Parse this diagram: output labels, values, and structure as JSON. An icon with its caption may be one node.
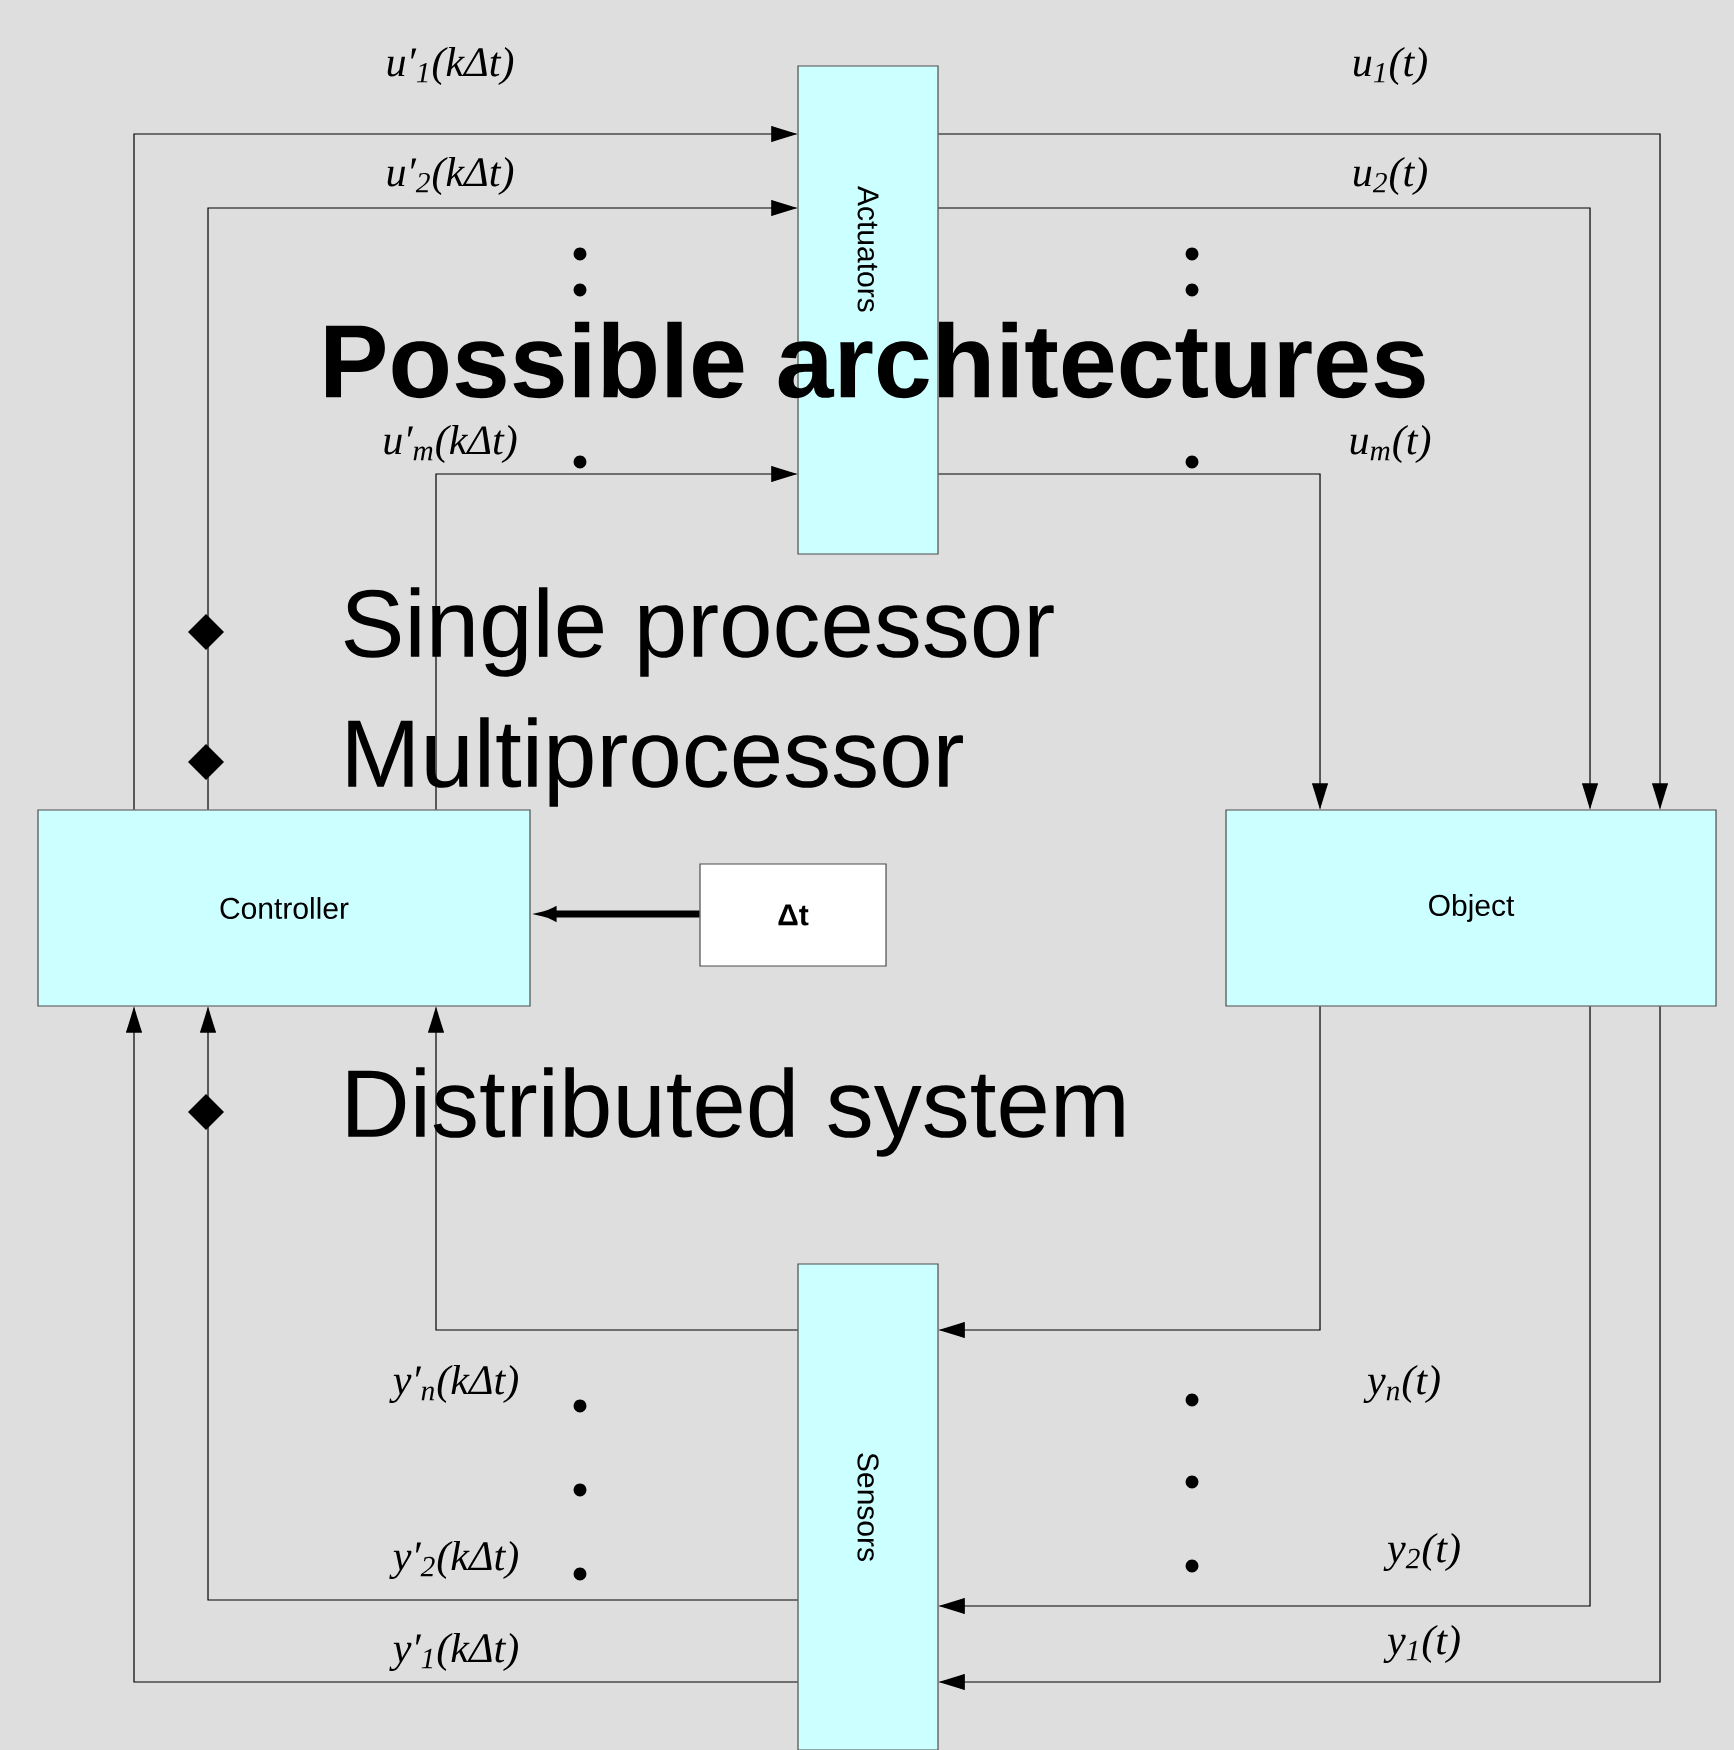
{
  "diagram": {
    "title": "Possible architectures",
    "nodes": [
      {
        "text": [
          "Actuators"
        ]
      },
      {
        "text": [
          "Controller"
        ]
      },
      {
        "text": [
          "Δt"
        ]
      },
      {
        "text": [
          "Object"
        ]
      },
      {
        "text": [
          "Sensors"
        ]
      }
    ],
    "edges": [
      {
        "from": 1,
        "to": 0,
        "arrow": "to",
        "label": "u′$_{1}$(kΔt)"
      },
      {
        "from": 1,
        "to": 0,
        "arrow": "to",
        "label": "u′$_{2}$(kΔt)"
      },
      {
        "from": 1,
        "to": 0,
        "arrow": "to",
        "label": "u′$_{m}$(kΔt)"
      },
      {
        "from": 0,
        "to": 3,
        "arrow": "to",
        "label": "u$_{1}$(t)"
      },
      {
        "from": 0,
        "to": 3,
        "arrow": "to",
        "label": "u$_{2}$(t)"
      },
      {
        "from": 0,
        "to": 3,
        "arrow": "to",
        "label": "u$_{m}$(t)"
      },
      {
        "from": 3,
        "to": 4,
        "arrow": "to",
        "label": "y$_{n}$(t)"
      },
      {
        "from": 3,
        "to": 4,
        "arrow": "to",
        "label": "y$_{2}$(t)"
      },
      {
        "from": 3,
        "to": 4,
        "arrow": "to",
        "label": "y$_{1}$(t)"
      },
      {
        "from": 4,
        "to": 1,
        "arrow": "to",
        "label": "y′$_{n}$(kΔt)"
      },
      {
        "from": 4,
        "to": 1,
        "arrow": "to",
        "label": "y′$_{2}$(kΔt)"
      },
      {
        "from": 4,
        "to": 1,
        "arrow": "to",
        "label": "y′$_{1}$(kΔt)"
      },
      {
        "from": 2,
        "to": 1,
        "arrow": "to",
        "style": "thick"
      }
    ],
    "labels": [
      "Single processor",
      "Multiprocessor",
      "Distributed system"
    ]
  }
}
